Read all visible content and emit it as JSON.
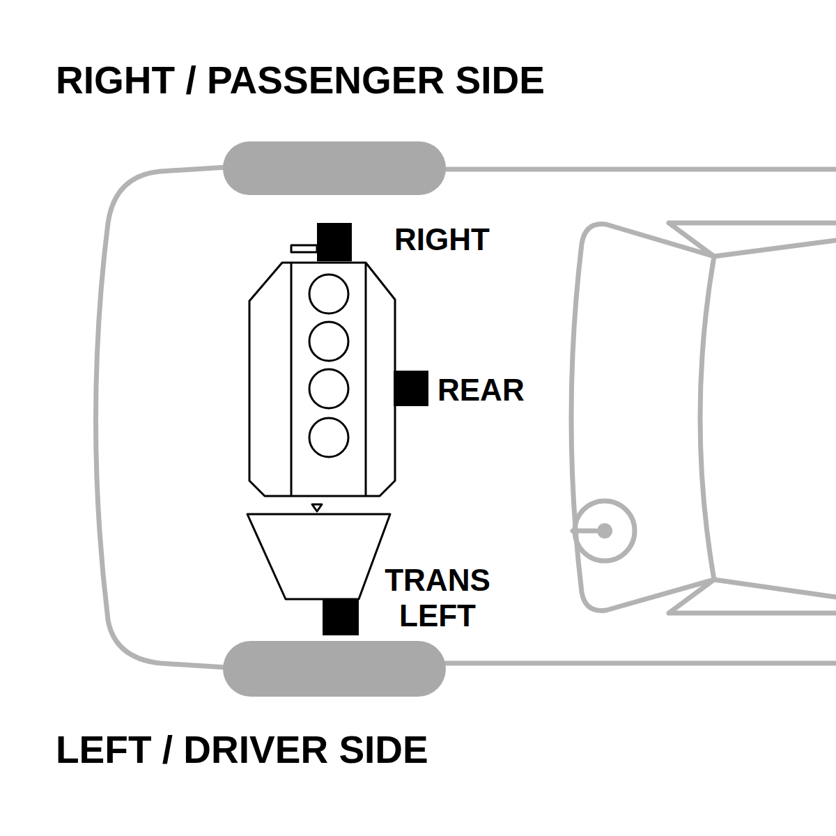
{
  "diagram": {
    "labels": [
      "RIGHT / PASSENGER SIDE",
      "RIGHT",
      "REAR",
      "TRANS LEFT",
      "LEFT / DRIVER SIDE"
    ]
  }
}
